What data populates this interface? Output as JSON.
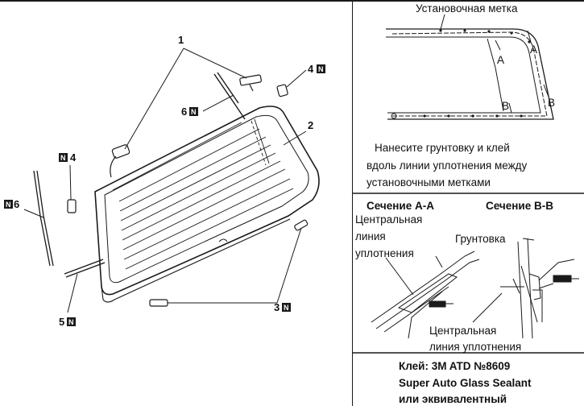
{
  "callouts": {
    "c1": "1",
    "c2": "2",
    "c3": "3",
    "c4_right": "4",
    "c4_left": "4",
    "c5": "5",
    "c6_center": "6",
    "c6_left": "6",
    "new_part_mark": "N"
  },
  "right_panel": {
    "mark_label": "Установочная метка",
    "arrow_a1": "A",
    "arrow_a2": "A",
    "arrow_b1": "B",
    "arrow_b2": "B",
    "instruction_lines": [
      "Нанесите грунтовку и клей",
      "вдоль линии уплотнения между",
      "установочными метками"
    ],
    "section_aa": "Сечение А-А",
    "section_bb": "Сечение В-В",
    "centerline_top_lines": [
      "Центральная",
      "линия",
      "уплотнения"
    ],
    "primer": "Грунтовка",
    "centerline_bottom_lines": [
      "Центральная",
      "линия уплотнения"
    ],
    "adhesive_lines": [
      "Клей: 3M ATD №8609",
      "Super Auto Glass Sealant",
      "или эквивалентный"
    ]
  },
  "colors": {
    "line": "#1a1a1a",
    "background": "#ffffff",
    "mark_fill": "#1a1a1a"
  }
}
